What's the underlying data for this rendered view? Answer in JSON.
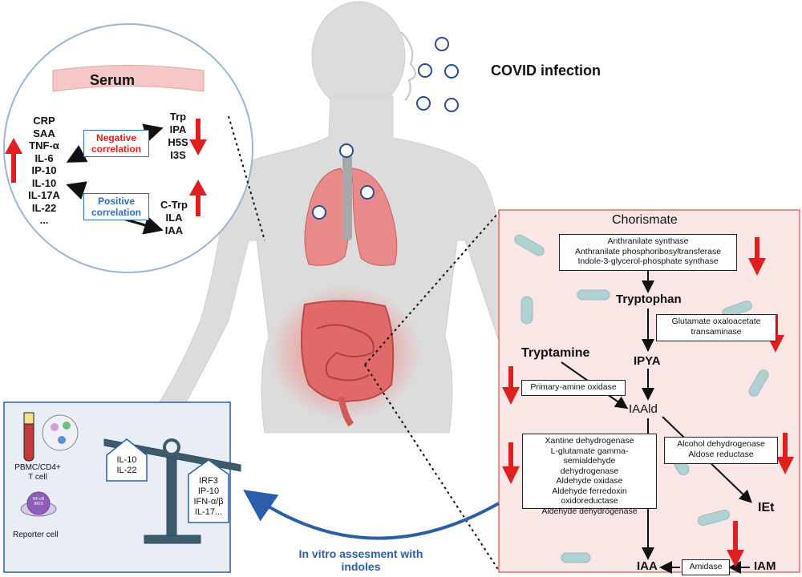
{
  "title": "COVID infection",
  "serum": {
    "label": "Serum",
    "cytokines": [
      "CRP",
      "SAA",
      "TNF-α",
      "IL-6",
      "IP-10",
      "IL-10",
      "IL-17A",
      "IL-22",
      "..."
    ],
    "negative": {
      "line1": "Negative",
      "line2": "correlation",
      "color": "#e02020"
    },
    "positive": {
      "line1": "Positive",
      "line2": "correlation",
      "color": "#2a6fb5"
    },
    "decreased": [
      "Trp",
      "IPA",
      "H5S",
      "I3S"
    ],
    "increased": [
      "C-Trp",
      "ILA",
      "IAA"
    ]
  },
  "pathway": {
    "chorismate": "Chorismate",
    "enzymes_top": [
      "Anthranilate synthase",
      "Anthranilate phosphoribosyltransferase",
      "Indole-3-glycerol-phosphate synthase"
    ],
    "tryptophan": "Tryptophan",
    "goat": [
      "Glutamate oxaloacetate",
      "transaminase"
    ],
    "tryptamine": "Tryptamine",
    "ipya": "IPYA",
    "pao": "Primary-amine oxidase",
    "iaald": "IAAld",
    "enzymes_left": [
      "Xantine dehydrogenase",
      "L-glutamate gamma-semialdehyde",
      "dehydrogenase",
      "Aldehyde oxidase",
      "Aldehyde ferredoxin",
      "oxidoreductase",
      "Aldehyde dehydrogenase"
    ],
    "enzymes_right": [
      "Alcohol dehydrogenase",
      "Aldose reductase"
    ],
    "iet": "IEt",
    "iaa": "IAA",
    "amidase": "Amidase",
    "iam": "IAM"
  },
  "invitro": {
    "pbmc": [
      "PBMC/CD4+",
      "T cell"
    ],
    "reporter": "Reporter cell",
    "reporter_icon": [
      "NF-κB",
      "IRF3"
    ],
    "left_pan": [
      "IL-10",
      "IL-22"
    ],
    "right_pan": [
      "IRF3",
      "IP-10",
      "IFN-α/β",
      "IL-17..."
    ],
    "caption": [
      "In vitro assesment with",
      "indoles"
    ]
  },
  "colors": {
    "red": "#e02020",
    "blue": "#2a5ea8",
    "panel": "#fbe6e6",
    "panelBorder": "#d9706f",
    "invitroBg": "#e9eef6"
  }
}
